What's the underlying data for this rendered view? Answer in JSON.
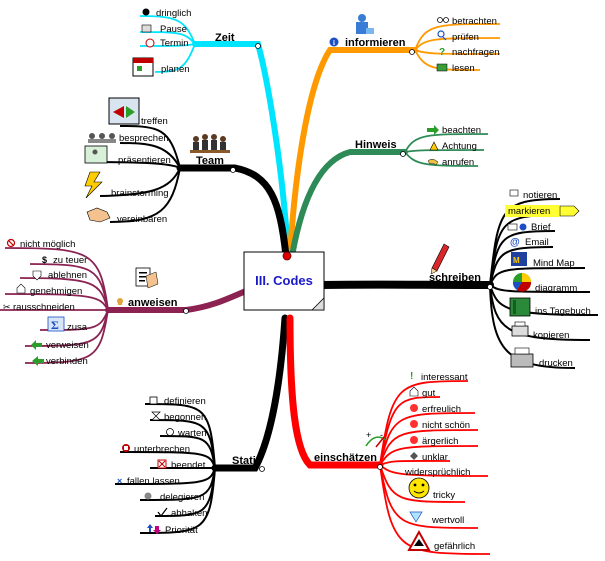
{
  "center": {
    "label": "III. Codes"
  },
  "colors": {
    "zeit": "#00e5ff",
    "informieren": "#ff9900",
    "team": "#000000",
    "hinweis": "#2e8b57",
    "schreiben": "#000000",
    "anweisen": "#8b2252",
    "stati": "#000000",
    "einschaetzen": "#ff0000",
    "highlight": "#ffff33"
  },
  "branches": {
    "zeit": {
      "label": "Zeit",
      "items": [
        "dringlich",
        "Pause",
        "Termin",
        "planen"
      ]
    },
    "informieren": {
      "label": "informieren",
      "items": [
        "betrachten",
        "prüfen",
        "nachfragen",
        "lesen"
      ]
    },
    "team": {
      "label": "Team",
      "items": [
        "treffen",
        "besprechen",
        "präsentieren",
        "brainstorming",
        "vereinbaren"
      ]
    },
    "hinweis": {
      "label": "Hinweis",
      "items": [
        "beachten",
        "Achtung",
        "anrufen"
      ]
    },
    "schreiben": {
      "label": "schreiben",
      "items": [
        "notieren",
        "markieren",
        "Brief",
        "Email",
        "Mind Map",
        "diagramm",
        "ins Tagebuch",
        "kopieren",
        "drucken"
      ]
    },
    "anweisen": {
      "label": "anweisen",
      "items": [
        "nicht möglich",
        "zu teuer",
        "ablehnen",
        "genehmigen",
        "rausschneiden",
        "zusa",
        "verweisen",
        "verbinden"
      ]
    },
    "stati": {
      "label": "Stati",
      "items": [
        "definieren",
        "begonnen",
        "warten",
        "unterbrechen",
        "beendet",
        "fallen lassen",
        "delegieren",
        "abhaken",
        "Priorität"
      ]
    },
    "einschaetzen": {
      "label": "einschätzen",
      "items": [
        "interessant",
        "gut",
        "erfreulich",
        "nicht schön",
        "ärgerlich",
        "unklar",
        "widersprüchlich",
        "tricky",
        "wertvoll",
        "gefährlich"
      ]
    }
  }
}
